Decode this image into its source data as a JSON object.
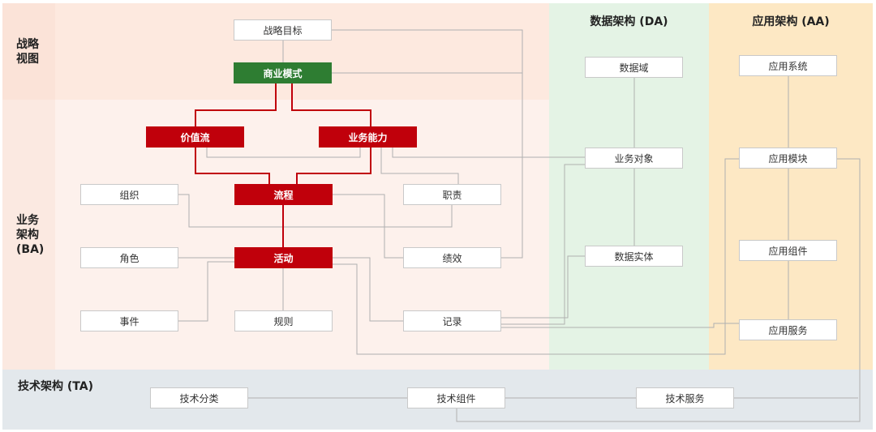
{
  "zones": {
    "strategy": "战略\n视图",
    "business": "业务\n架构\n(BA)",
    "data": "数据架构 (DA)",
    "app": "应用架构 (AA)",
    "tech": "技术架构 (TA)"
  },
  "nodes": {
    "strategic_goal": "战略目标",
    "business_model": "商业模式",
    "value_stream": "价值流",
    "capability": "业务能力",
    "organization": "组织",
    "process": "流程",
    "responsibility": "职责",
    "role": "角色",
    "activity": "活动",
    "performance": "绩效",
    "event": "事件",
    "rule": "规则",
    "record": "记录",
    "data_domain": "数据域",
    "business_object": "业务对象",
    "data_entity": "数据实体",
    "app_system": "应用系统",
    "app_module": "应用模块",
    "app_component": "应用组件",
    "app_service": "应用服务",
    "tech_category": "技术分类",
    "tech_component": "技术组件",
    "tech_service": "技术服务"
  },
  "colors": {
    "highlight_red": "#c0000b",
    "business_model_green": "#2e7d32",
    "strategy_bg": "#fde9df",
    "business_bg": "#fdf1ec",
    "data_bg": "#e4f3e5",
    "app_bg": "#fde8c4",
    "tech_bg": "#e3e8ec"
  }
}
